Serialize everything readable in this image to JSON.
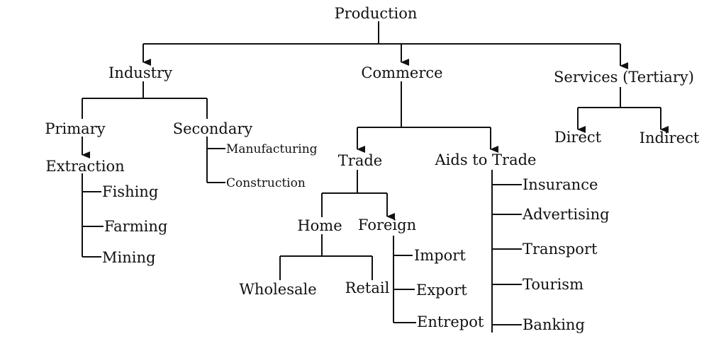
{
  "nodes": {
    "production": "Production",
    "industry": "Industry",
    "commerce": "Commerce",
    "services": "Services (Tertiary)",
    "primary": "Primary",
    "secondary": "Secondary",
    "extraction": "Extraction",
    "fishing": "Fishing",
    "farming": "Farming",
    "mining": "Mining",
    "manufacturing": "Manufacturing",
    "construction": "Construction",
    "trade": "Trade",
    "aids_to_trade": "Aids to Trade",
    "home": "Home",
    "foreign": "Foreign",
    "wholesale": "Wholesale",
    "retail": "Retail",
    "import": "Import",
    "export": "Export",
    "entrepot": "Entrepot",
    "insurance": "Insurance",
    "advertising": "Advertising",
    "transport": "Transport",
    "tourism": "Tourism",
    "banking": "Banking",
    "direct": "Direct",
    "indirect": "Indirect"
  }
}
